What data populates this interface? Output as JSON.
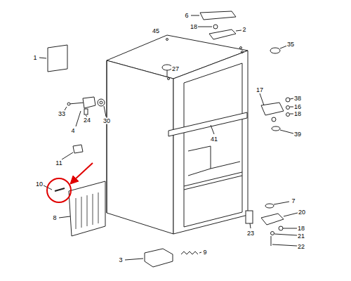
{
  "diagram": {
    "labels": [
      "45",
      "6",
      "18",
      "2",
      "35",
      "1",
      "27",
      "33",
      "24",
      "4",
      "30",
      "17",
      "38",
      "16",
      "18",
      "39",
      "41",
      "11",
      "10",
      "8",
      "7",
      "20",
      "23",
      "18",
      "21",
      "22",
      "3",
      "9"
    ]
  }
}
